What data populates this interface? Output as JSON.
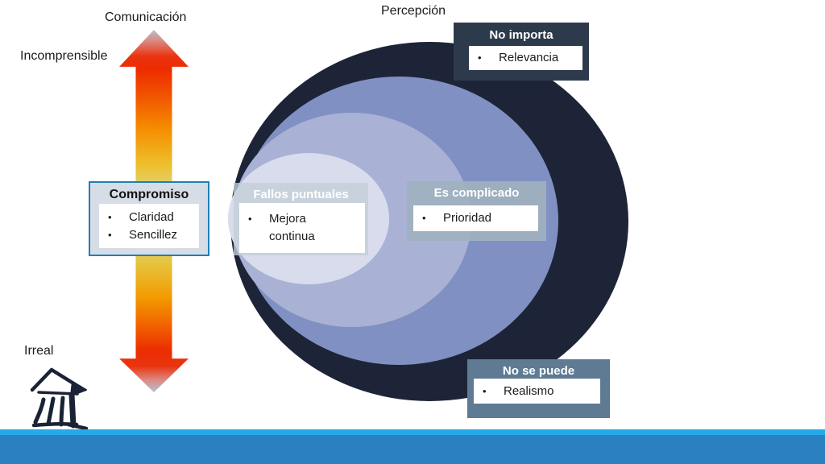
{
  "slide": {
    "labels": {
      "comunicacion": "Comunicación",
      "percepcion": "Percepción",
      "incomprensible": "Incomprensible",
      "irreal": "Irreal"
    },
    "callouts": {
      "no_importa": {
        "title": "No importa",
        "items": [
          "Relevancia"
        ]
      },
      "compromiso": {
        "title": "Compromiso",
        "items": [
          "Claridad",
          "Sencillez"
        ]
      },
      "fallos_puntuales": {
        "title": "Fallos puntuales",
        "items": [
          "Mejora continua"
        ]
      },
      "es_complicado": {
        "title": "Es complicado",
        "items": [
          "Prioridad"
        ]
      },
      "no_se_puede": {
        "title": "No se puede",
        "items": [
          "Realismo"
        ]
      }
    },
    "glyphs": {
      "bullet": "•"
    },
    "colors": {
      "venn_outer": "#1d2438",
      "venn_ring2": "#8190c3",
      "venn_ring3": "#a9b2d5",
      "venn_inner": "#d9dcec",
      "arrow_red": "#ee2a00",
      "arrow_mid_green": "#d6dcaa",
      "callout_dark_navy": "#2d3a4c",
      "callout_slate_blue": "#5e7b93",
      "callout_gray_blue": "#9fb1bf",
      "callout_light_gray_blue": "#c3d0d9",
      "compromiso_border_blue": "#1e7fb5",
      "footer_light_blue": "#25aae9",
      "footer_blue": "#2b80c2"
    }
  }
}
